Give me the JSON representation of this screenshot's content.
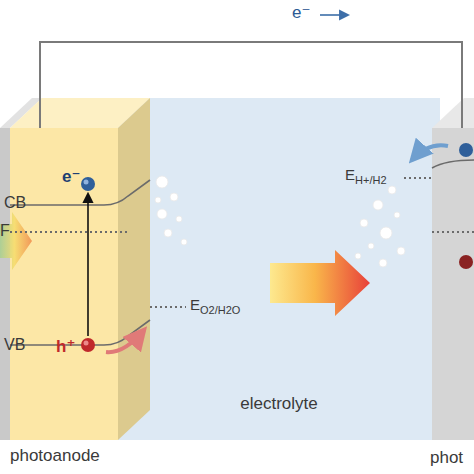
{
  "diagram": {
    "nodes": [
      {
        "text": [
          "photoanode"
        ]
      },
      {
        "text": [
          "electrolyte"
        ]
      },
      {
        "text": [
          "phot"
        ]
      }
    ],
    "edges": [
      {
        "from": 0,
        "to": 2,
        "arrow": "none",
        "label": "e⁻"
      }
    ],
    "labels": [
      "CB",
      "F",
      "VB",
      "e⁻",
      "h⁺",
      "EO2/H2O",
      "EH+/H2"
    ]
  }
}
